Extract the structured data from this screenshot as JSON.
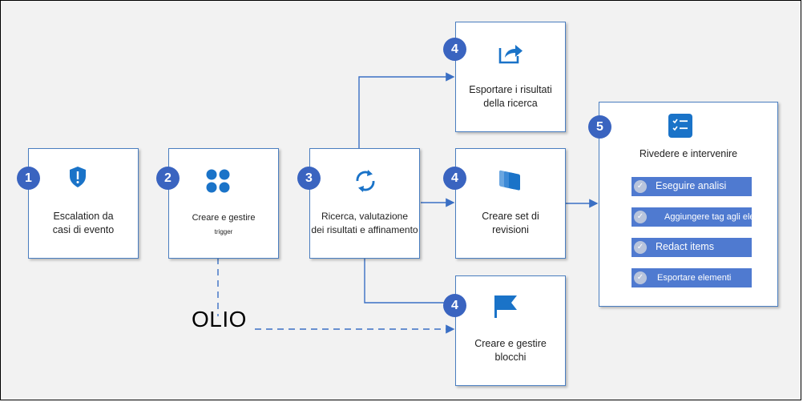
{
  "steps": [
    {
      "num": "1",
      "label_l1": "Escalation da",
      "label_l2": "casi di evento",
      "icon": "shield-alert-icon"
    },
    {
      "num": "2",
      "label_l1": "Creare e gestire",
      "label_l2": "trigger",
      "icon": "four-dots-icon"
    },
    {
      "num": "3",
      "label_l1": "Ricerca, valutazione",
      "label_l2": "dei risultati e affinamento",
      "icon": "refresh-icon"
    },
    {
      "num": "4",
      "label_l1": "Esportare i risultati",
      "label_l2": "della ricerca",
      "icon": "share-icon"
    },
    {
      "num": "4",
      "label_l1": "Creare set di",
      "label_l2": "revisioni",
      "icon": "stack-icon"
    },
    {
      "num": "4",
      "label_l1": "Creare e gestire",
      "label_l2": "blocchi",
      "icon": "flag-icon"
    },
    {
      "num": "5",
      "label_l1": "Rivedere e intervenire",
      "icon": "checklist-icon"
    }
  ],
  "actions": [
    "Eseguire analisi",
    "Aggiungere tag agli elementi",
    "Redact items",
    "Esportare elementi"
  ],
  "olio": "OLIO",
  "colors": {
    "accent": "#1a73c8",
    "badge": "#3a64c0",
    "action": "#4f7ad0",
    "line": "#3a6fc4"
  }
}
